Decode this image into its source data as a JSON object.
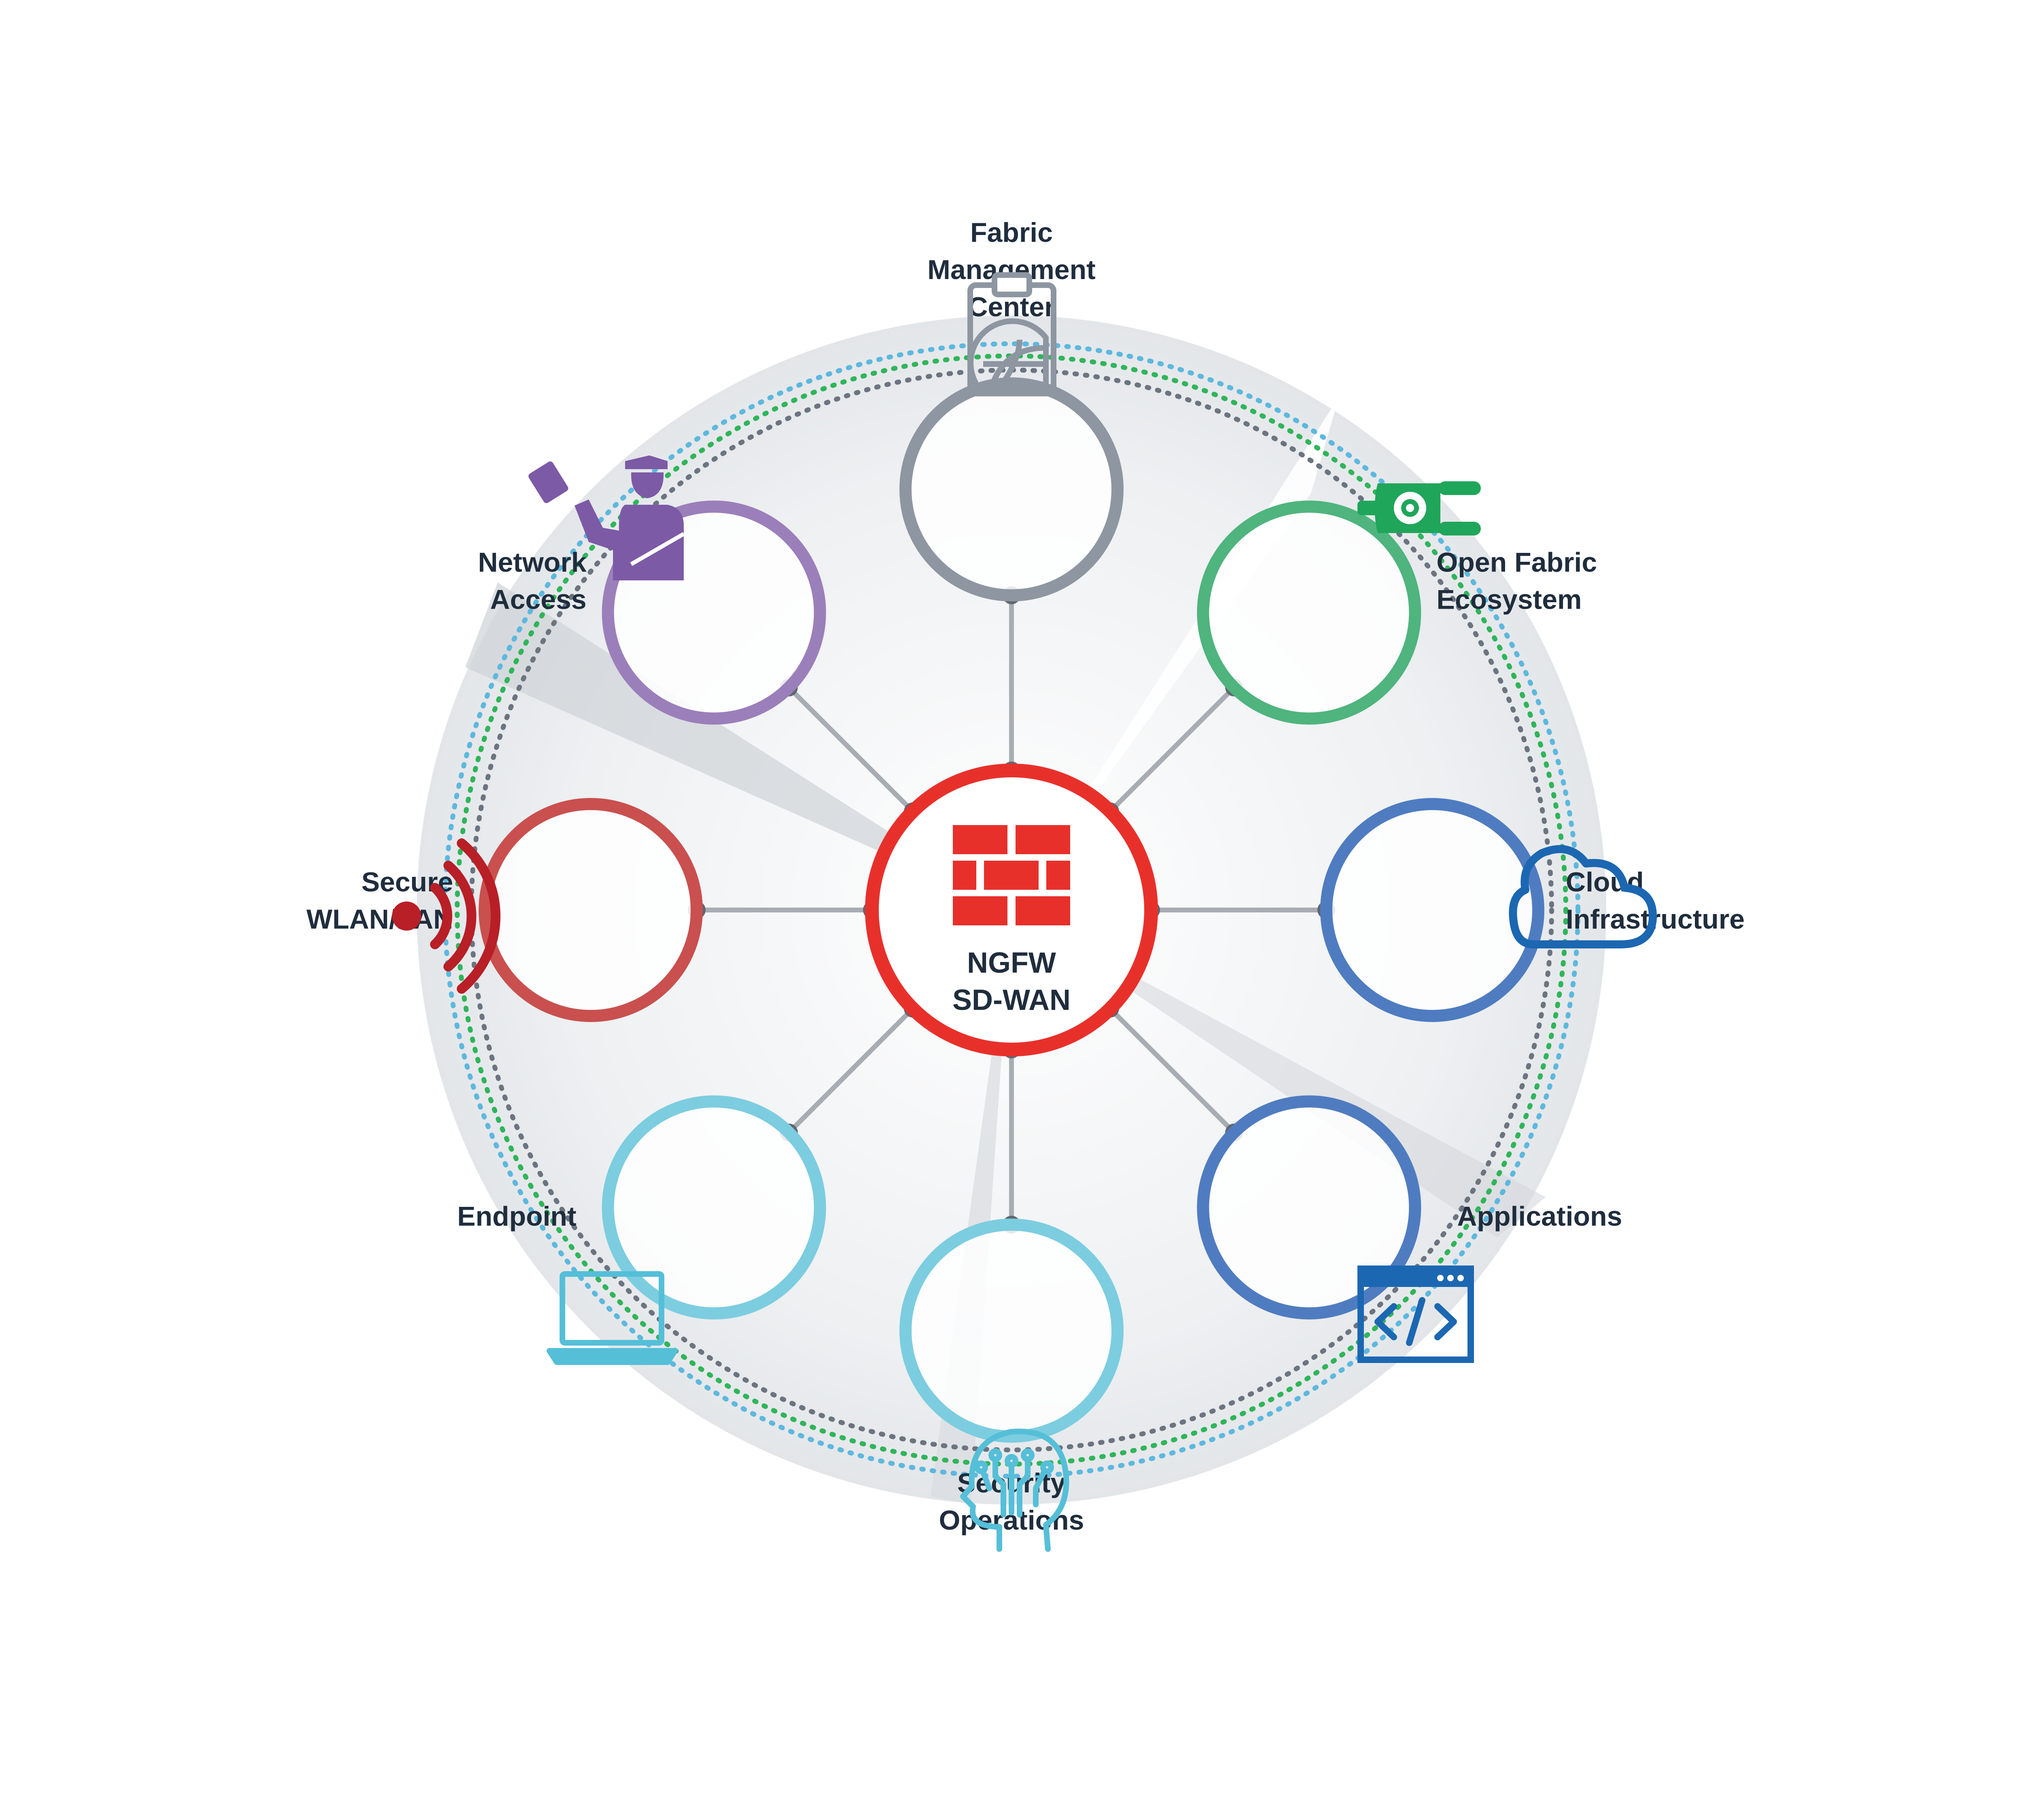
{
  "center": {
    "line1": "NGFW",
    "line2": "SD-WAN",
    "color": "#e8302b",
    "icon": "firewall-brick-icon"
  },
  "nodes": [
    {
      "key": "fabric-management-center",
      "label": [
        "Fabric",
        "Management",
        "Center"
      ],
      "color": "#8d96a1",
      "icon": "clipboard-globe-icon"
    },
    {
      "key": "open-fabric-ecosystem",
      "label": [
        "Open Fabric",
        "Ecosystem"
      ],
      "color": "#4fb47e",
      "icon": "plug-gear-icon"
    },
    {
      "key": "cloud-infrastructure",
      "label": [
        "Cloud",
        "Infrastructure"
      ],
      "color": "#4f7cc0",
      "icon": "cloud-icon"
    },
    {
      "key": "applications",
      "label": [
        "Applications"
      ],
      "color": "#4f7cc0",
      "icon": "code-window-icon"
    },
    {
      "key": "security-operations",
      "label": [
        "Security",
        "Operations"
      ],
      "color": "#7ccde0",
      "icon": "brain-circuit-icon"
    },
    {
      "key": "endpoint",
      "label": [
        "Endpoint"
      ],
      "color": "#7ccde0",
      "icon": "laptop-icon"
    },
    {
      "key": "secure-wlan-lan",
      "label": [
        "Secure",
        "WLAN/LAN"
      ],
      "color": "#c9504f",
      "icon": "wireless-signal-icon"
    },
    {
      "key": "network-access",
      "label": [
        "Network",
        "Access"
      ],
      "color": "#9b7fba",
      "icon": "officer-badge-icon"
    }
  ],
  "ring_colors": [
    "#5db8de",
    "#2fb55a",
    "#6b7480"
  ]
}
